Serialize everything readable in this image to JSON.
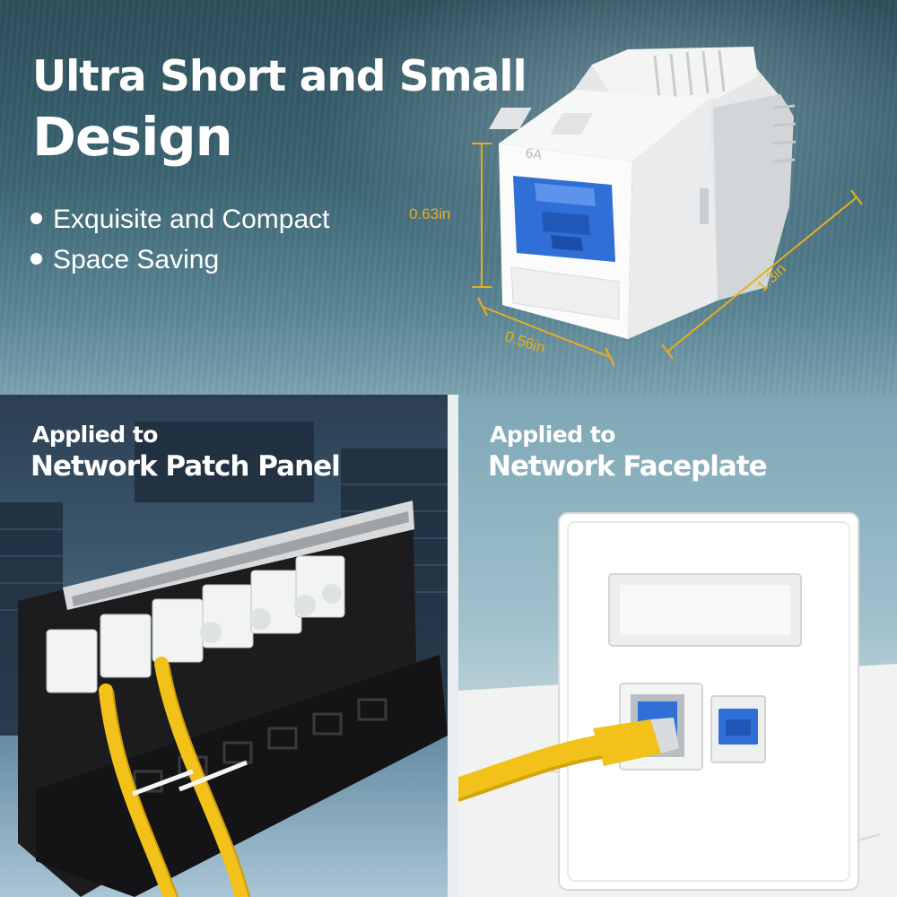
{
  "hero": {
    "title_line1": "Ultra Short and Small",
    "title_line2": "Design",
    "bullets": [
      "Exquisite and Compact",
      "Space Saving"
    ]
  },
  "dimensions": {
    "height": "0.63in",
    "depth": "0.56in",
    "length": "1.3in"
  },
  "applications": [
    {
      "line1": "Applied to",
      "line2": "Network Patch Panel"
    },
    {
      "line1": "Applied to",
      "line2": "Network Faceplate"
    }
  ],
  "colors": {
    "dimension_accent": "#e9ad1e",
    "keystone_insert": "#2f6fd6",
    "cable": "#f2c21a"
  }
}
